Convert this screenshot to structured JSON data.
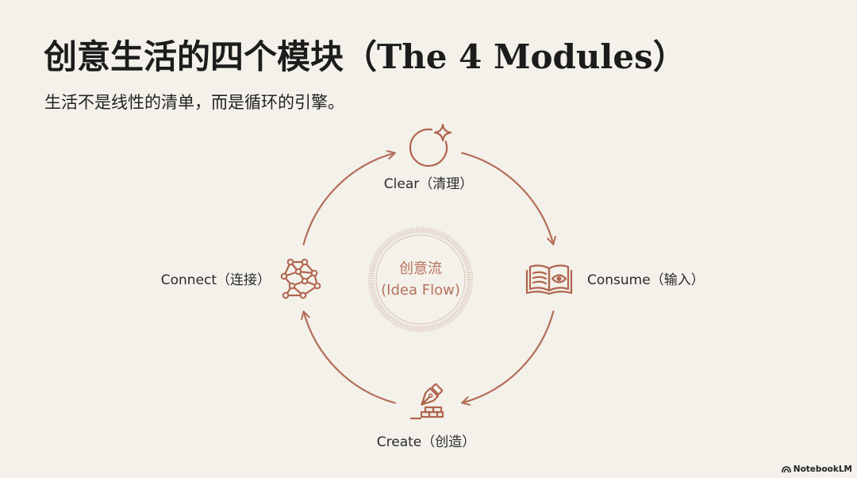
{
  "slide": {
    "title": "创意生活的四个模块（The 4 Modules）",
    "subtitle": "生活不是线性的清单，而是循环的引擎。"
  },
  "cycle": {
    "center": {
      "line1": "创意流",
      "line2": "(Idea Flow)"
    },
    "modules": [
      {
        "label": "Clear（清理）",
        "icon": "sparkle-circle-icon"
      },
      {
        "label": "Consume（输入）",
        "icon": "book-eye-icon"
      },
      {
        "label": "Create（创造）",
        "icon": "pen-nib-bricks-icon"
      },
      {
        "label": "Connect（连接）",
        "icon": "network-nodes-icon"
      }
    ],
    "flow": [
      "Clear",
      "Consume",
      "Create",
      "Connect"
    ]
  },
  "branding": {
    "logo_text": "NotebookLM",
    "icon": "notebooklm-logo-icon"
  },
  "colors": {
    "background": "#f3f1ea",
    "accent": "#b46d58",
    "title": "#1c1c1c",
    "center_text": "#b8735e"
  }
}
